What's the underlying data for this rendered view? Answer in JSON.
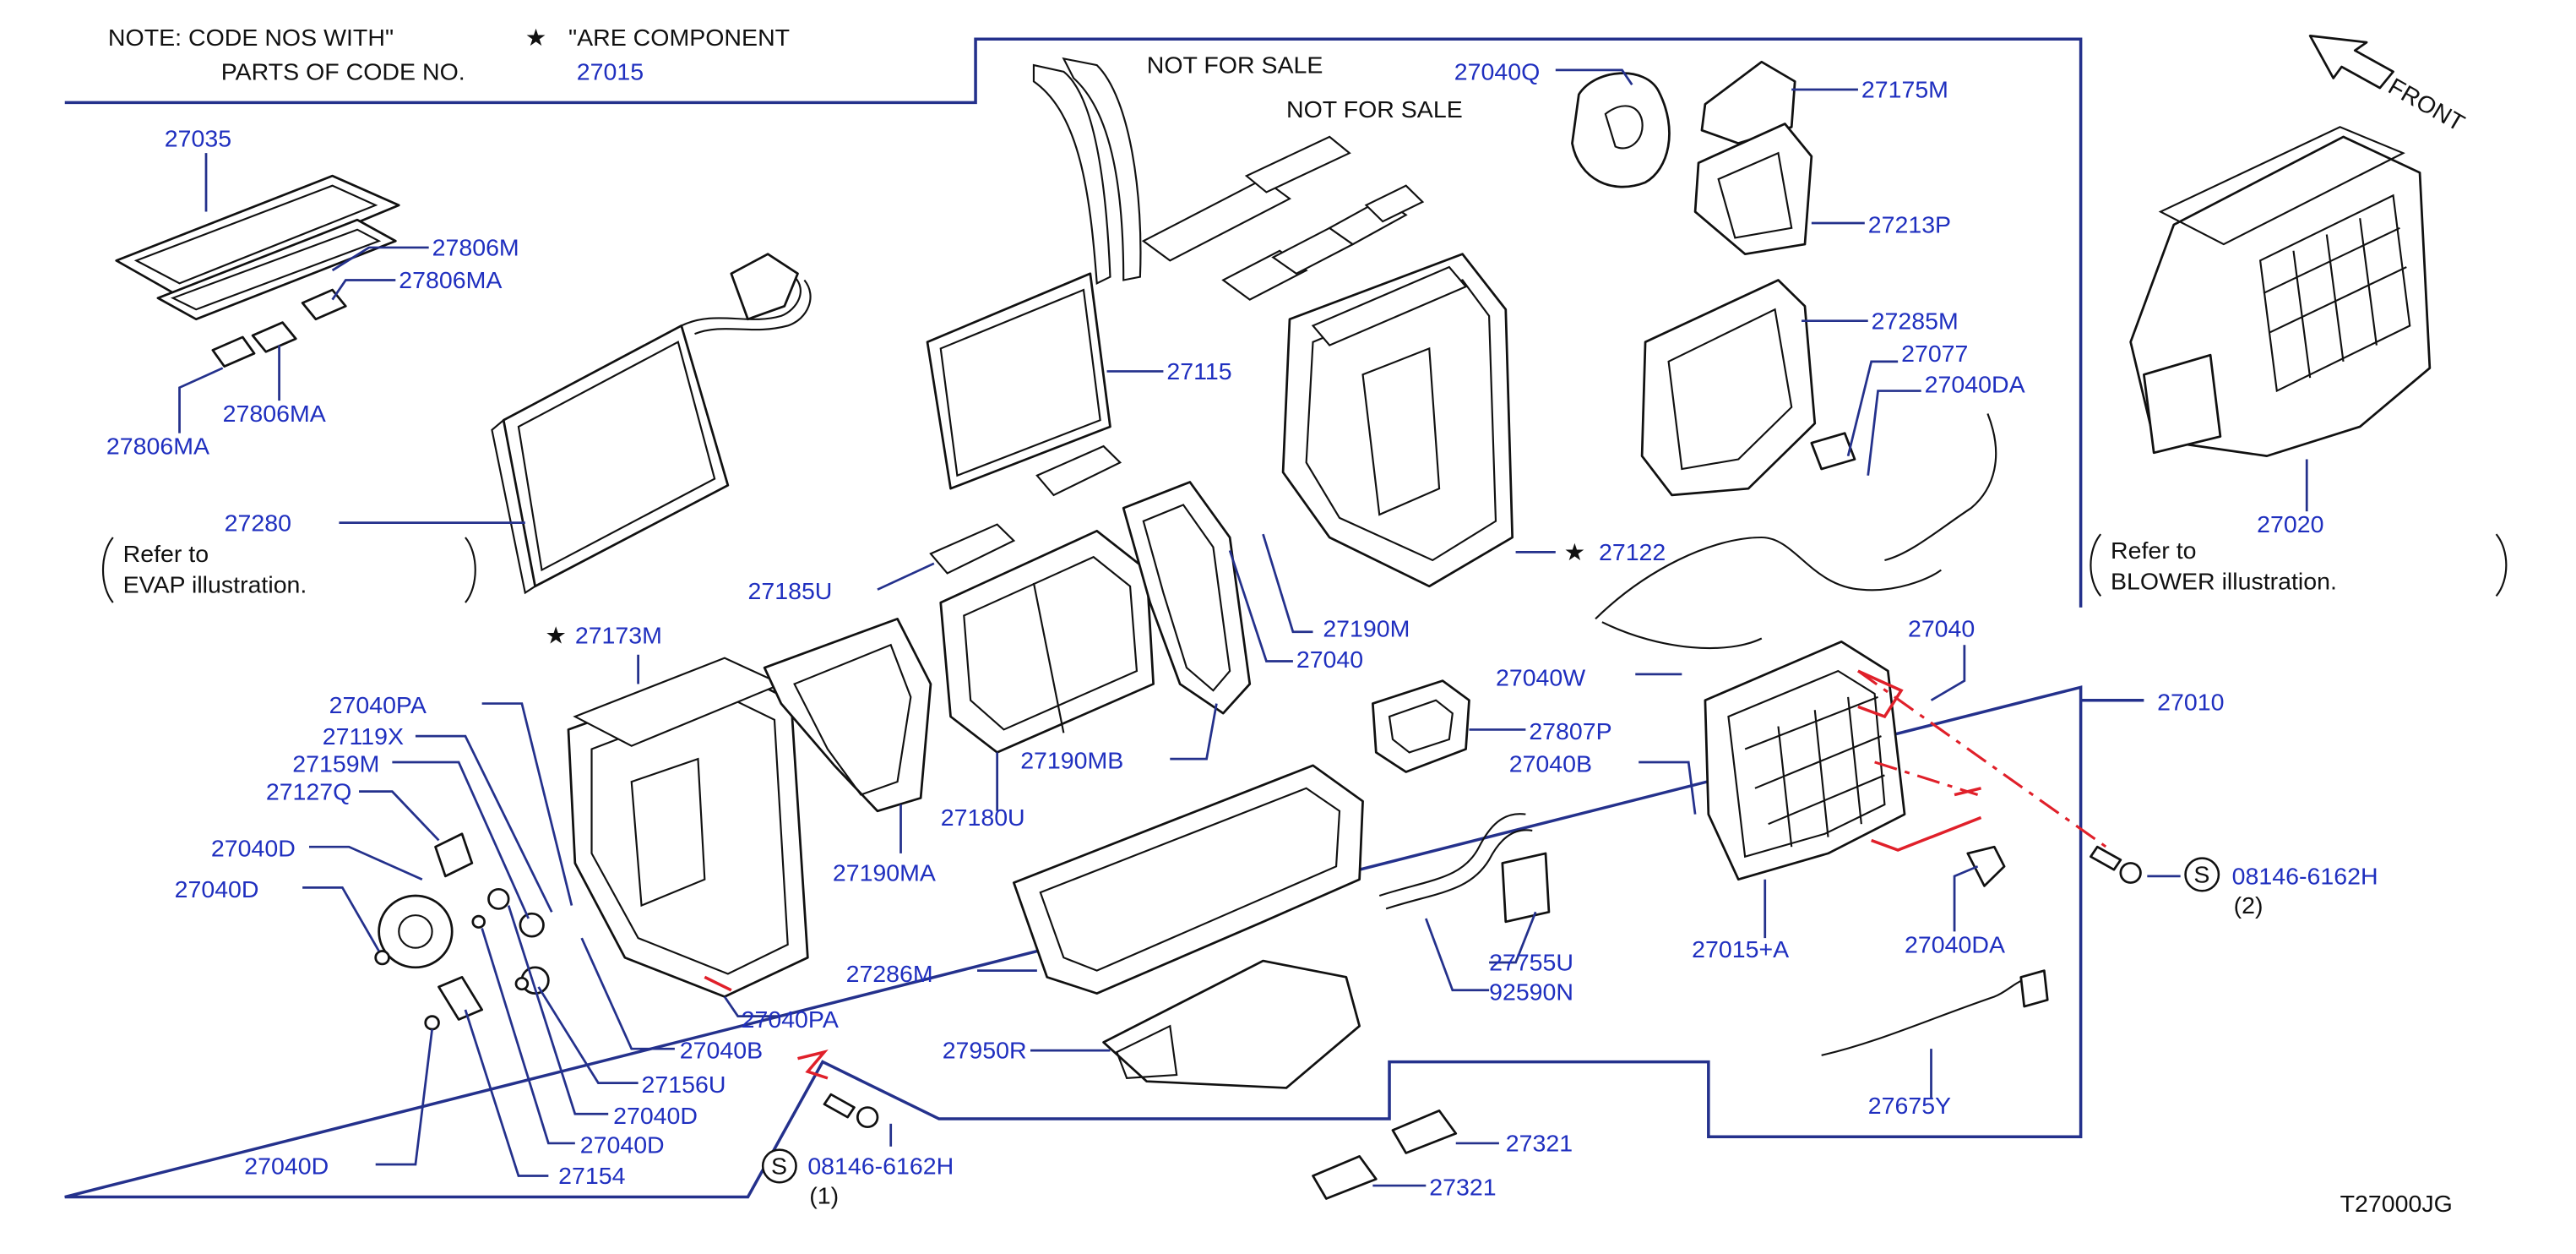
{
  "note": {
    "line1_a": "NOTE:   CODE   NOS   WITH\"",
    "star": "★",
    "line1_b": "\"ARE   COMPONENT",
    "line2": "PARTS   OF   CODE   NO.",
    "line2_code": "27015"
  },
  "front_label": "FRONT",
  "not_for_sale_1": "NOT    FOR    SALE",
  "not_for_sale_2": "NOT    FOR    SALE",
  "refer_evap": {
    "line1": "Refer    to",
    "line2": "EVAP   illustration."
  },
  "refer_blower": {
    "line1": "Refer    to",
    "line2": "BLOWER   illustration."
  },
  "bolt_left": {
    "symbol": "S",
    "code": "08146-6162H",
    "qty": "(1)"
  },
  "bolt_right": {
    "symbol": "S",
    "code": "08146-6162H",
    "qty": "(2)"
  },
  "diagram_code": "T27000JG",
  "parts": {
    "p27035": "27035",
    "p27806M": "27806M",
    "p27806MA_a": "27806MA",
    "p27806MA_b": "27806MA",
    "p27806MA_c": "27806MA",
    "p27280": "27280",
    "p27185U": "27185U",
    "p27115": "27115",
    "p27040Q": "27040Q",
    "p27175M": "27175M",
    "p27213P": "27213P",
    "p27285M": "27285M",
    "p27077": "27077",
    "p27040DA_a": "27040DA",
    "p27122": "27122",
    "p27122_star": "★",
    "p27020": "27020",
    "p27010": "27010",
    "p27040W": "27040W",
    "p27807P": "27807P",
    "p27040B_a": "27040B",
    "p27190M": "27190M",
    "p27040x": "27040",
    "p27173M": "27173M",
    "p27173M_star": "★",
    "p27040PA_a": "27040PA",
    "p27119X": "27119X",
    "p27159M": "27159M",
    "p27127Q": "27127Q",
    "p27040D_a": "27040D",
    "p27040D_b": "27040D",
    "p27190MB": "27190MB",
    "p27180U": "27180U",
    "p27190MA": "27190MA",
    "p27286M": "27286M",
    "p27950R": "27950R",
    "p27040PA_b": "27040PA",
    "p27040B_b": "27040B",
    "p27156U": "27156U",
    "p27040D_c": "27040D",
    "p27040D_d": "27040D",
    "p27040D_e": "27040D",
    "p27154": "27154",
    "p27755U": "27755U",
    "p92590N": "92590N",
    "p27015A": "27015+A",
    "p27040DA_b": "27040DA",
    "p27040y": "27040",
    "p27675Y": "27675Y",
    "p27321_a": "27321",
    "p27321_b": "27321"
  }
}
